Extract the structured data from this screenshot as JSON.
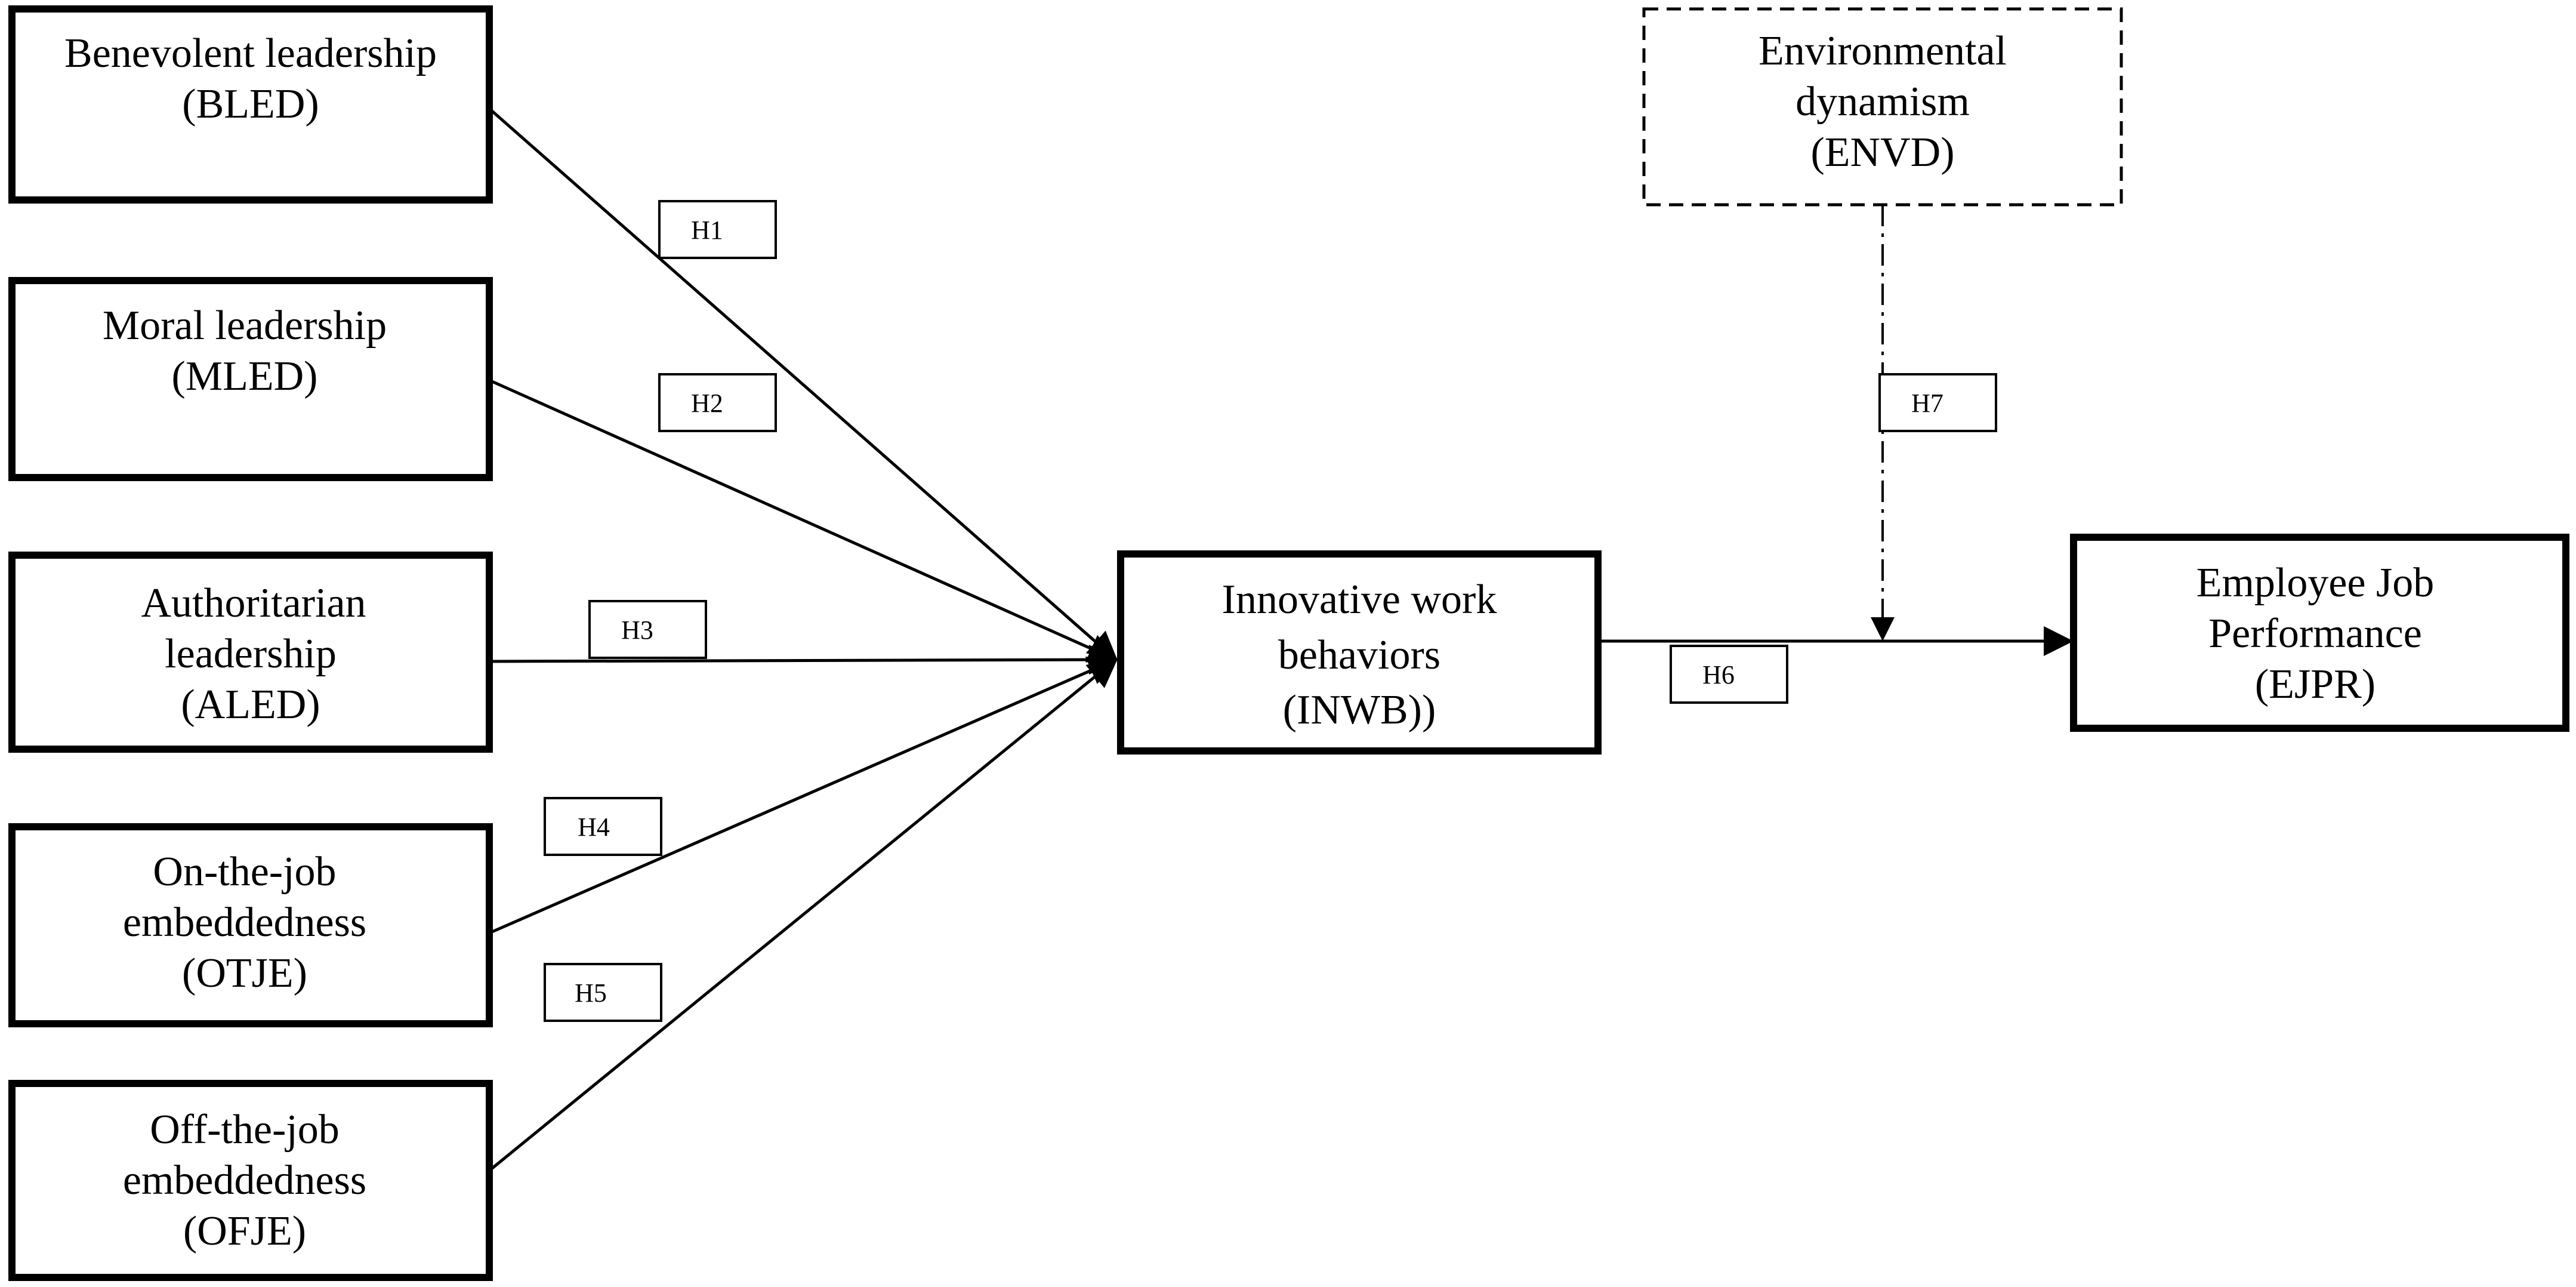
{
  "diagram": {
    "constructs": {
      "bled": {
        "line1": "Benevolent leadership",
        "line2": "(BLED)"
      },
      "mled": {
        "line1": "Moral leadership",
        "line2": "(MLED)"
      },
      "aled": {
        "line1": "Authoritarian",
        "line2": "leadership",
        "line3": "(ALED)"
      },
      "otje": {
        "line1": "On-the-job",
        "line2": "embeddedness",
        "line3": "(OTJE)"
      },
      "ofje": {
        "line1": "Off-the-job",
        "line2": "embeddedness",
        "line3": "(OFJE)"
      },
      "inwb": {
        "line1": "Innovative work",
        "line2": "behaviors",
        "line3": "(INWB))"
      },
      "ejpr": {
        "line1": "Employee Job",
        "line2": "Performance",
        "line3": "(EJPR)"
      },
      "envd": {
        "line1": "Environmental",
        "line2": "dynamism",
        "line3": "(ENVD)"
      }
    },
    "hypotheses": {
      "h1": "H1",
      "h2": "H2",
      "h3": "H3",
      "h4": "H4",
      "h5": "H5",
      "h6": "H6",
      "h7": "H7"
    },
    "colors": {
      "stroke": "#000000",
      "background": "#ffffff"
    }
  }
}
